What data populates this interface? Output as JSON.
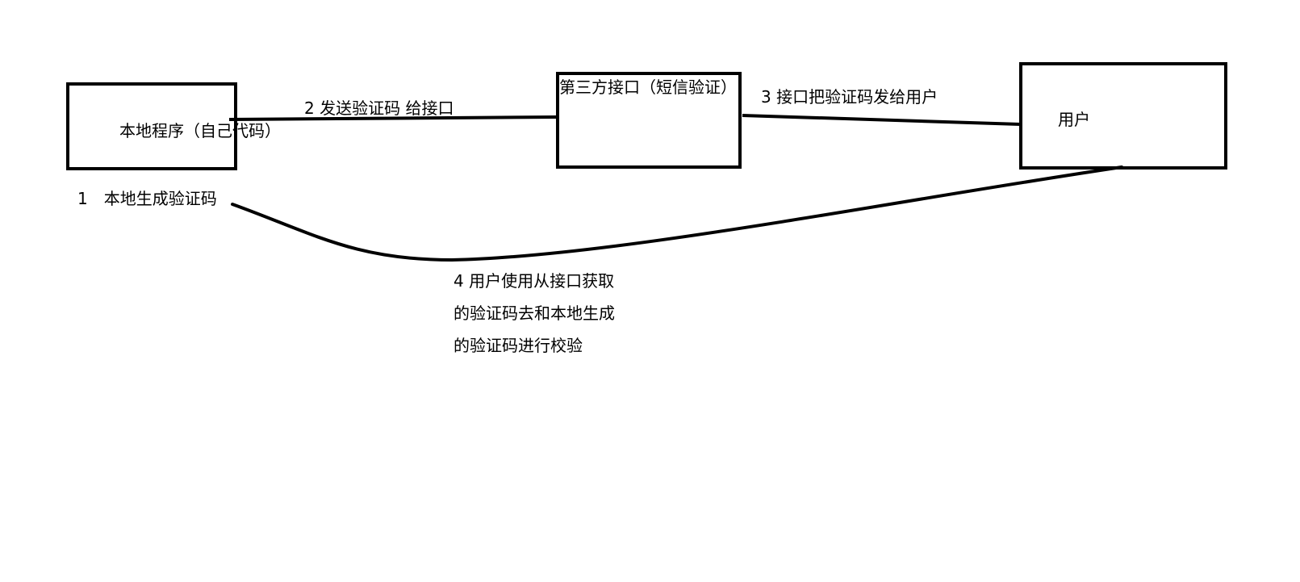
{
  "diagram": {
    "boxes": {
      "local_program": "本地程序（自己代码）",
      "third_party_api": "第三方接口（短信验证）",
      "user": "用户"
    },
    "steps": {
      "step1": "1　本地生成验证码",
      "step2": "2  发送验证码 给接口",
      "step3": "3 接口把验证码发给用户",
      "step4": [
        "4 用户使用从接口获取",
        "的验证码去和本地生成",
        "的验证码进行校验"
      ]
    }
  }
}
